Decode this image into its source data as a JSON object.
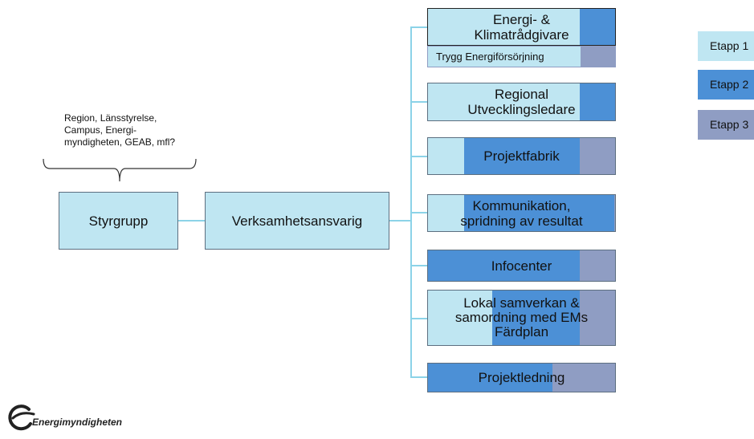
{
  "annotation": "Region, Länsstyrelse,\nCampus, Energi-\nmyndigheten,  GEAB, mfl?",
  "styrgrupp": "Styrgrupp",
  "verksamhet": "Verksamhetsansvarig",
  "boxes": [
    {
      "label": "Energi- &\nKlimatrådgivare",
      "sublabel": "Trygg  Energiförsörjning"
    },
    {
      "label": "Regional\nUtvecklingsledare"
    },
    {
      "label": "Projektfabrik"
    },
    {
      "label": "Kommunikation,\nspridning av resultat"
    },
    {
      "label": "Infocenter"
    },
    {
      "label": "Lokal samverkan &\nsamordning med EMs\nFärdplan"
    },
    {
      "label": "Projektledning"
    }
  ],
  "legend": [
    {
      "label": "Etapp 1",
      "color": "#bfe6f2"
    },
    {
      "label": "Etapp 2",
      "color": "#4c90d6"
    },
    {
      "label": "Etapp 3",
      "color": "#8f9dc3"
    }
  ],
  "logo_text": "Energimyndigheten"
}
